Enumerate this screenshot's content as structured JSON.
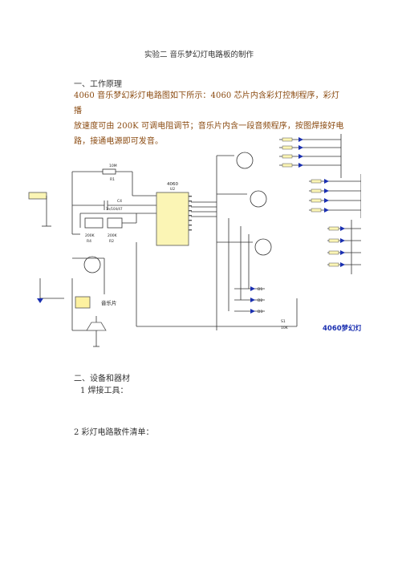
{
  "doc": {
    "title": "实验二 音乐梦幻灯电路板的制作",
    "section1_heading": "一、工作原理",
    "paragraph_lines": [
      "4060 音乐梦幻彩灯电路图如下所示：4060 芯片内含彩灯控制程序，彩灯播",
      "放速度可由 200K 可调电阻调节；音乐片内含一段音频程序，按图焊接好电",
      "路，接通电源即可发音。"
    ],
    "section2_heading": "二、设备和器材",
    "item1": "1 焊接工具：",
    "item2": "2 彩灯电路散件清单："
  },
  "schematic": {
    "caption": "4060梦幻灯",
    "ic_name": "4060",
    "ic_ref": "U2",
    "label_r1": "10M",
    "label_r1_ref": "R1",
    "label_c1": "C4",
    "label_c1_val": "1n/104/47",
    "label_pot": "200K",
    "label_pot_ref": "R4",
    "label_r2": "200K",
    "label_r2_ref": "R2",
    "music_chip_label": "音乐片",
    "diode_labels": [
      "D1",
      "D2",
      "D3"
    ],
    "switch_label": "S1",
    "switch_val": "10K"
  },
  "colors": {
    "wire": "#333333",
    "led": "#1a2fb0",
    "ic_fill": "#fbf5b5",
    "chip_fill": "#fdf1a0",
    "text_brown": "#8a4a10"
  }
}
